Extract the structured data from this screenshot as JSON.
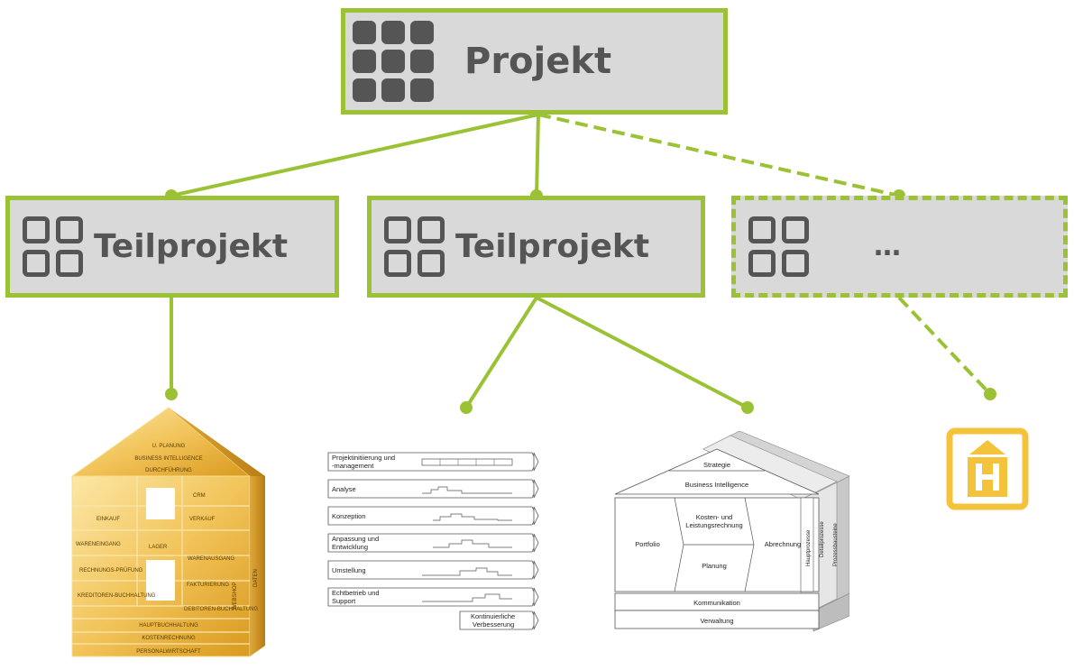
{
  "root": {
    "title": "Projekt"
  },
  "subprojects": [
    {
      "title": "Teilprojekt"
    },
    {
      "title": "Teilprojekt"
    },
    {
      "title": "…"
    }
  ],
  "house_gold": {
    "labels": [
      "U. PLANUNG",
      "BUSINESS INTELLIGENCE",
      "DURCHFÜHRUNG",
      "EINKAUF",
      "CRM",
      "WARENEINGANG",
      "VERKAUF",
      "LAGER",
      "WARENAUSGANG",
      "RECHNUNGS-PRÜFUNG",
      "FAKTURIERUNG",
      "KREDITOREN-BUCHHALTUNG",
      "DEBITOREN-BUCHHALTUNG",
      "HAUPTBUCHHALTUNG",
      "KOSTENRECHNUNG",
      "PERSONALWIRTSCHAFT",
      "WEBSHOP",
      "DATEN"
    ]
  },
  "phases": {
    "items": [
      "Projektinitiierung und -management",
      "Analyse",
      "Konzeption",
      "Anpassung und Entwicklung",
      "Umstellung",
      "Echtbetrieb und Support"
    ],
    "last": "Kontinuierliche Verbesserung"
  },
  "process_house": {
    "strategie": "Strategie",
    "bi": "Business Intelligence",
    "portfolio": "Portfolio",
    "kosten": "Kosten- und Leistungsrechnung",
    "planung": "Planung",
    "abrechnung": "Abrechnung",
    "kommunikation": "Kommunikation",
    "verwaltung": "Verwaltung",
    "side_labels": [
      "Hauptprozesse",
      "Detailprozesse",
      "Prozessbausteine"
    ]
  },
  "logo": {
    "letter": "H"
  },
  "colors": {
    "accent": "#9bc234",
    "box": "#d9d9d9",
    "icon": "#555555",
    "logo": "#f5c33b"
  }
}
